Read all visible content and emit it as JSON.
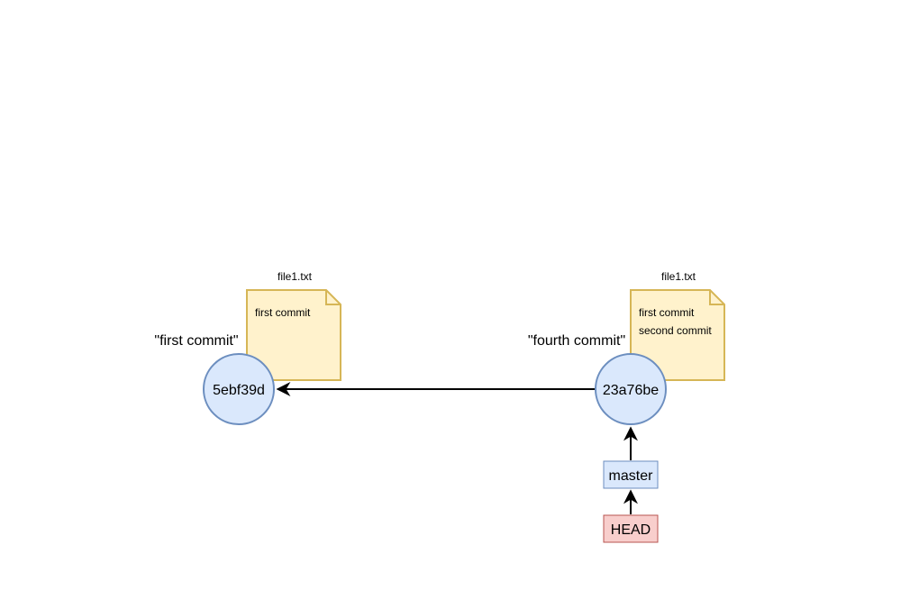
{
  "colors": {
    "background": "#ffffff",
    "commit_fill": "#dae8fc",
    "commit_stroke": "#6c8ebf",
    "note_fill": "#fff2cc",
    "note_stroke": "#d6b656",
    "branch_fill": "#dae8fc",
    "branch_stroke": "#6c8ebf",
    "head_fill": "#f8cecc",
    "head_stroke": "#b85450",
    "arrow": "#000000",
    "text": "#000000"
  },
  "commits": [
    {
      "hash": "5ebf39d",
      "message": "\"first commit\"",
      "file": {
        "name": "file1.txt",
        "lines": [
          "first commit"
        ]
      }
    },
    {
      "hash": "23a76be",
      "message": "\"fourth commit\"",
      "file": {
        "name": "file1.txt",
        "lines": [
          "first commit",
          "second commit"
        ]
      }
    }
  ],
  "branch": {
    "label": "master"
  },
  "head": {
    "label": "HEAD"
  }
}
